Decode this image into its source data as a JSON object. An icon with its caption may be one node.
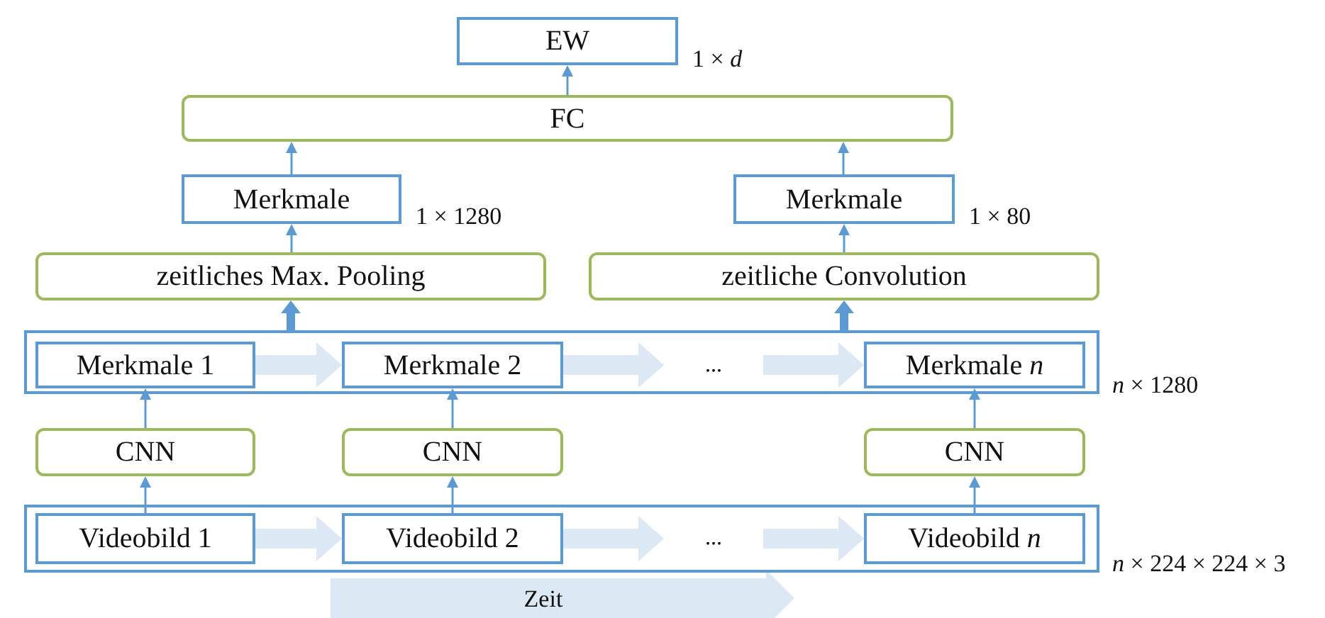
{
  "diagram": {
    "nodes": [
      {
        "text": [
          "EW"
        ],
        "beside": [
          "1 × *d*"
        ]
      },
      {
        "text": [
          "FC"
        ]
      },
      {
        "text": [
          "Merkmale"
        ],
        "beside": [
          "1 × 1280"
        ]
      },
      {
        "text": [
          "Merkmale"
        ],
        "beside": [
          "1 × 80"
        ]
      },
      {
        "text": [
          "zeitliches Max. Pooling"
        ]
      },
      {
        "text": [
          "zeitliche Convolution"
        ]
      },
      {
        "text": [],
        "shape": "box",
        "beside": [
          "*n* × 1280"
        ]
      },
      {
        "text": [
          "Merkmale 1"
        ],
        "in": 6
      },
      {
        "text": [
          "Merkmale 2"
        ],
        "in": 6
      },
      {
        "text": [
          "..."
        ],
        "in": 6
      },
      {
        "text": [
          "Merkmale *n*"
        ],
        "in": 6
      },
      {
        "text": [
          "CNN"
        ]
      },
      {
        "text": [
          "CNN"
        ]
      },
      {
        "text": [
          "CNN"
        ]
      },
      {
        "text": [],
        "shape": "box",
        "beside": [
          "*n* × 224 × 224 × 3"
        ]
      },
      {
        "text": [
          "Videobild 1"
        ],
        "in": 14
      },
      {
        "text": [
          "Videobild 2"
        ],
        "in": 14
      },
      {
        "text": [
          "..."
        ],
        "in": 14
      },
      {
        "text": [
          "Videobild *n*"
        ],
        "in": 14
      }
    ],
    "edges": [
      {
        "from": 1,
        "to": 0,
        "arrow": "to"
      },
      {
        "from": 2,
        "to": 1,
        "arrow": "to"
      },
      {
        "from": 3,
        "to": 1,
        "arrow": "to"
      },
      {
        "from": 4,
        "to": 2,
        "arrow": "to"
      },
      {
        "from": 5,
        "to": 3,
        "arrow": "to"
      },
      {
        "from": 6,
        "to": 4,
        "arrow": "to",
        "style": "thick"
      },
      {
        "from": 6,
        "to": 5,
        "arrow": "to",
        "style": "thick"
      },
      {
        "from": 7,
        "to": 8,
        "arrow": "to",
        "style": "thick",
        "color": "#dde8f5"
      },
      {
        "from": 8,
        "to": 9,
        "arrow": "to",
        "style": "thick",
        "color": "#dde8f5"
      },
      {
        "from": 9,
        "to": 10,
        "arrow": "to",
        "style": "thick",
        "color": "#dde8f5"
      },
      {
        "from": 11,
        "to": 7,
        "arrow": "to"
      },
      {
        "from": 12,
        "to": 8,
        "arrow": "to"
      },
      {
        "from": 13,
        "to": 10,
        "arrow": "to"
      },
      {
        "from": 15,
        "to": 16,
        "arrow": "to",
        "style": "thick",
        "color": "#dde8f5"
      },
      {
        "from": 16,
        "to": 17,
        "arrow": "to",
        "style": "thick",
        "color": "#dde8f5"
      },
      {
        "from": 17,
        "to": 18,
        "arrow": "to",
        "style": "thick",
        "color": "#dde8f5"
      },
      {
        "from": 15,
        "to": 11,
        "arrow": "to"
      },
      {
        "from": 16,
        "to": 12,
        "arrow": "to"
      },
      {
        "from": 18,
        "to": 13,
        "arrow": "to"
      }
    ],
    "labels": [
      "Zeit"
    ]
  }
}
